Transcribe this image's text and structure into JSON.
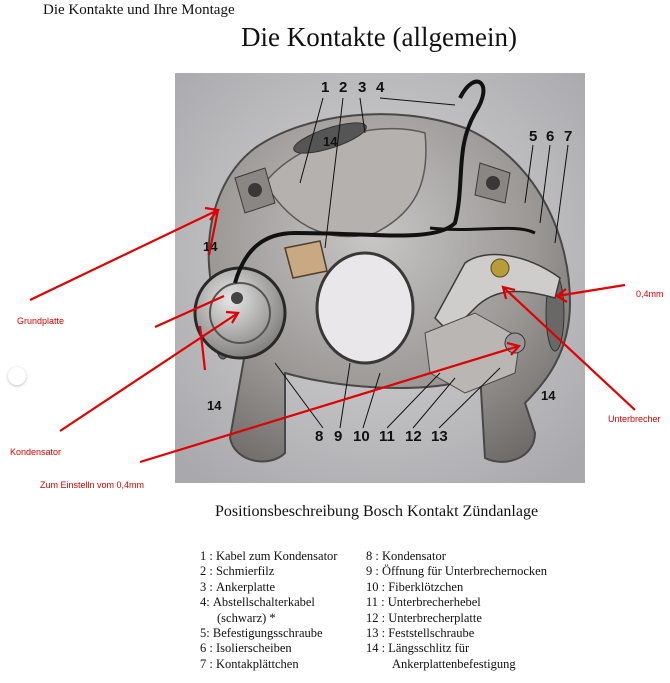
{
  "header": {
    "section_title": "Die Kontakte und Ihre Montage",
    "main_title": "Die Kontakte (allgemein)"
  },
  "photo": {
    "top_numbers": [
      "1",
      "2",
      "3",
      "4"
    ],
    "right_numbers": [
      "5",
      "6",
      "7"
    ],
    "bottom_numbers": [
      "8",
      "9",
      "10",
      "11",
      "12",
      "13"
    ],
    "slot_labels": [
      "14",
      "14",
      "14",
      "14"
    ]
  },
  "callouts": {
    "grundplatte": "Grundplatte",
    "kondensator": "Kondensator",
    "einstellen": "Zum Einstelln vom 0,4mm",
    "gap": "0,4mm",
    "unterbrecher": "Unterbrecher"
  },
  "legend": {
    "title": "Positionsbeschreibung Bosch Kontakt Zündanlage",
    "left": [
      {
        "num": "1 :",
        "text": "Kabel zum Kondensator"
      },
      {
        "num": "2 :",
        "text": "Schmierfilz"
      },
      {
        "num": "3 :",
        "text": "Ankerplatte"
      },
      {
        "num": "4:",
        "text": "Abstellschalterkabel"
      },
      {
        "num": "",
        "text": "(schwarz) *"
      },
      {
        "num": "5:",
        "text": "Befestigungsschraube"
      },
      {
        "num": "6 :",
        "text": "Isolierscheiben"
      },
      {
        "num": "7 :",
        "text": "Kontakplättchen"
      }
    ],
    "right": [
      {
        "num": "8 :",
        "text": "Kondensator"
      },
      {
        "num": "9 :",
        "text": "Öffnung für Unterbrechernocken"
      },
      {
        "num": "10 :",
        "text": "Fiberklötzchen"
      },
      {
        "num": "11 :",
        "text": "Unterbrecherhebel"
      },
      {
        "num": "12 :",
        "text": "Unterbrecherplatte"
      },
      {
        "num": "13 :",
        "text": "Feststellschraube"
      },
      {
        "num": "14 :",
        "text": "Längsschlitz für"
      },
      {
        "num": "",
        "text": "Ankerplattenbefestigung"
      }
    ]
  }
}
